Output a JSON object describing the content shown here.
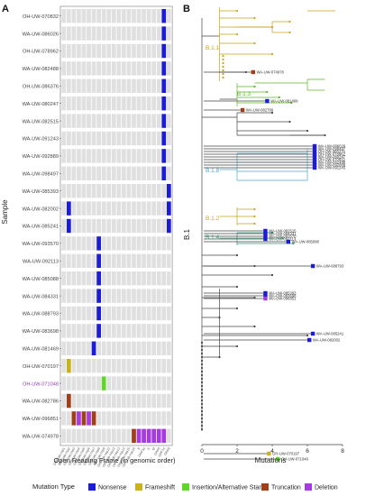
{
  "panel_a": {
    "letter": "A",
    "y_title": "Sample",
    "x_title": "Open Reading Frame (in genomic order)",
    "samples": [
      {
        "name": "OH-UW-070832",
        "color": "#444444",
        "mutations": [
          {
            "col": 20,
            "type": "nonsense"
          }
        ]
      },
      {
        "name": "WA-UW-086026",
        "color": "#444444",
        "mutations": [
          {
            "col": 20,
            "type": "nonsense"
          }
        ]
      },
      {
        "name": "OH-UW-078962",
        "color": "#444444",
        "mutations": [
          {
            "col": 20,
            "type": "nonsense"
          }
        ]
      },
      {
        "name": "WA-UW-082488",
        "color": "#444444",
        "mutations": [
          {
            "col": 20,
            "type": "nonsense"
          }
        ]
      },
      {
        "name": "OH-UW-086376",
        "color": "#444444",
        "mutations": [
          {
            "col": 20,
            "type": "nonsense"
          }
        ]
      },
      {
        "name": "WA-UW-080247",
        "color": "#444444",
        "mutations": [
          {
            "col": 20,
            "type": "nonsense"
          }
        ]
      },
      {
        "name": "WA-UW-082515",
        "color": "#444444",
        "mutations": [
          {
            "col": 20,
            "type": "nonsense"
          }
        ]
      },
      {
        "name": "WA-UW-091243",
        "color": "#444444",
        "mutations": [
          {
            "col": 20,
            "type": "nonsense"
          }
        ]
      },
      {
        "name": "WA-UW-092889",
        "color": "#444444",
        "mutations": [
          {
            "col": 20,
            "type": "nonsense"
          }
        ]
      },
      {
        "name": "WA-UW-098497",
        "color": "#444444",
        "mutations": [
          {
            "col": 20,
            "type": "nonsense"
          }
        ]
      },
      {
        "name": "WA-UW-085393",
        "color": "#444444",
        "mutations": [
          {
            "col": 21,
            "type": "nonsense"
          }
        ]
      },
      {
        "name": "WA-UW-082002",
        "color": "#444444",
        "mutations": [
          {
            "col": 1,
            "type": "nonsense"
          },
          {
            "col": 21,
            "type": "nonsense"
          }
        ]
      },
      {
        "name": "WA-UW-085241",
        "color": "#444444",
        "mutations": [
          {
            "col": 1,
            "type": "nonsense"
          },
          {
            "col": 21,
            "type": "nonsense"
          }
        ]
      },
      {
        "name": "WA-UW-093570",
        "color": "#444444",
        "mutations": [
          {
            "col": 7,
            "type": "nonsense"
          }
        ]
      },
      {
        "name": "WA-UW-092113",
        "color": "#444444",
        "mutations": [
          {
            "col": 7,
            "type": "nonsense"
          }
        ]
      },
      {
        "name": "WA-UW-085088",
        "color": "#444444",
        "mutations": [
          {
            "col": 7,
            "type": "nonsense"
          }
        ]
      },
      {
        "name": "WA-UW-084331",
        "color": "#444444",
        "mutations": [
          {
            "col": 7,
            "type": "nonsense"
          }
        ]
      },
      {
        "name": "WA-UW-088793",
        "color": "#444444",
        "mutations": [
          {
            "col": 7,
            "type": "nonsense"
          }
        ]
      },
      {
        "name": "WA-UW-083698",
        "color": "#444444",
        "mutations": [
          {
            "col": 7,
            "type": "nonsense"
          }
        ]
      },
      {
        "name": "WA-UW-081469",
        "color": "#444444",
        "mutations": [
          {
            "col": 6,
            "type": "nonsense"
          }
        ]
      },
      {
        "name": "OH-UW-070197",
        "color": "#444444",
        "mutations": [
          {
            "col": 1,
            "type": "frameshift"
          }
        ]
      },
      {
        "name": "OH-UW-071048",
        "color": "#8e3fa8",
        "mutations": [
          {
            "col": 8,
            "type": "insertion"
          }
        ]
      },
      {
        "name": "WA-UW-082786",
        "color": "#444444",
        "mutations": [
          {
            "col": 1,
            "type": "truncation"
          }
        ]
      },
      {
        "name": "WA-UW-096851",
        "color": "#444444",
        "mutations": [
          {
            "col": 2,
            "type": "truncation"
          },
          {
            "col": 3,
            "type": "deletion"
          },
          {
            "col": 4,
            "type": "truncation"
          },
          {
            "col": 5,
            "type": "deletion"
          },
          {
            "col": 6,
            "type": "truncation"
          }
        ]
      },
      {
        "name": "WA-UW-074978",
        "color": "#444444",
        "mutations": [
          {
            "col": 14,
            "type": "truncation"
          },
          {
            "col": 15,
            "type": "deletion"
          },
          {
            "col": 16,
            "type": "deletion"
          },
          {
            "col": 17,
            "type": "deletion"
          },
          {
            "col": 18,
            "type": "deletion"
          },
          {
            "col": 19,
            "type": "deletion"
          },
          {
            "col": 20,
            "type": "deletion"
          }
        ]
      }
    ],
    "orfs": [
      "ORF1ab:nsp1",
      "ORF1ab:nsp2",
      "ORF1ab:nsp3",
      "ORF1ab:nsp4",
      "ORF1ab:nsp5",
      "ORF1ab:nsp6",
      "ORF1ab:nsp7",
      "ORF1ab:nsp8",
      "ORF1ab:nsp9",
      "ORF1ab:nsp10",
      "ORF1ab:nsp12",
      "ORF1ab:nsp13",
      "ORF1ab:nsp14",
      "ORF1ab:nsp15",
      "ORF1ab:nsp16",
      "S",
      "ORF3a",
      "E",
      "M",
      "ORF6",
      "ORF7a",
      "ORF8"
    ]
  },
  "panel_b": {
    "letter": "B",
    "y_title": "B.1",
    "x_title": "Mutations",
    "x_ticks": [
      "0",
      "2",
      "4",
      "6",
      "8"
    ],
    "clade_labels": [
      {
        "text": "B.1.1",
        "color": "#c9a21c"
      },
      {
        "text": "B.1.3",
        "color": "#5bb526"
      },
      {
        "text": "B.1.8",
        "color": "#4aa8d4"
      },
      {
        "text": "B.1.2",
        "color": "#c9a21c"
      },
      {
        "text": "B.1.4",
        "color": "#2e9a7a"
      }
    ],
    "tips": [
      {
        "text": "WA-UW-074978",
        "type": "truncation"
      },
      {
        "text": "WA-UW-081469",
        "type": "nonsense"
      },
      {
        "text": "WA-UW-082786",
        "type": "truncation"
      },
      {
        "text": "WA-UW-086026",
        "type": "nonsense"
      },
      {
        "text": "WA-UW-098497",
        "type": "nonsense"
      },
      {
        "text": "OH-UW-086376",
        "type": "nonsense"
      },
      {
        "text": "OH-UW-078962",
        "type": "nonsense"
      },
      {
        "text": "WA-UW-080247",
        "type": "nonsense"
      },
      {
        "text": "OH-UW-070832",
        "type": "nonsense"
      },
      {
        "text": "WA-UW-082488",
        "type": "nonsense"
      },
      {
        "text": "WA-UW-092889",
        "type": "nonsense"
      },
      {
        "text": "WA-UW-091243",
        "type": "nonsense"
      },
      {
        "text": "WA-UW-082515",
        "type": "nonsense"
      },
      {
        "text": "WA-UW-084331",
        "type": "nonsense"
      },
      {
        "text": "WA-UW-093570",
        "type": "nonsense"
      },
      {
        "text": "WA-UW-092113",
        "type": "nonsense"
      },
      {
        "text": "WA-UW-085088",
        "type": "nonsense"
      },
      {
        "text": "WA-UW-088793",
        "type": "nonsense"
      },
      {
        "text": "WA-UW-085393",
        "type": "nonsense"
      },
      {
        "text": "WA-UW-083698",
        "type": "nonsense"
      },
      {
        "text": "WA-UW-096851",
        "type": "deletion"
      },
      {
        "text": "WA-UW-085241",
        "type": "nonsense"
      },
      {
        "text": "WA-UW-082002",
        "type": "nonsense"
      },
      {
        "text": "OH-UW-070197",
        "type": "frameshift"
      },
      {
        "text": "OH-UW-071048",
        "type": "insertion"
      }
    ]
  },
  "legend": {
    "title": "Mutation Type",
    "items": [
      {
        "key": "nonsense",
        "label": "Nonsense",
        "color": "#1c1cd6"
      },
      {
        "key": "frameshift",
        "label": "Frameshift",
        "color": "#c9b21c"
      },
      {
        "key": "insertion",
        "label": "Insertion/Alternative Start",
        "color": "#5fd62a"
      },
      {
        "key": "truncation",
        "label": "Truncation",
        "color": "#a0401a"
      },
      {
        "key": "deletion",
        "label": "Deletion",
        "color": "#a63ce0"
      }
    ]
  }
}
